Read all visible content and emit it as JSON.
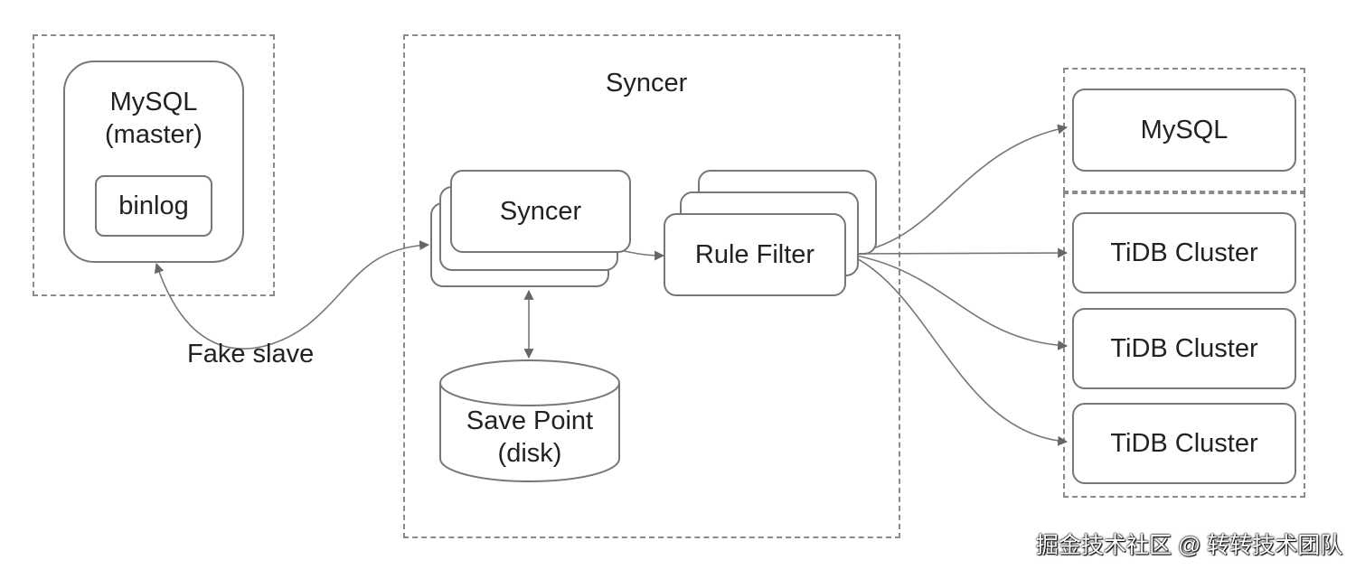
{
  "source": {
    "title_line1": "MySQL",
    "title_line2": "(master)",
    "binlog": "binlog"
  },
  "connection_label": "Fake slave",
  "syncer_group": {
    "title": "Syncer",
    "syncer": "Syncer",
    "rule_filter": "Rule Filter",
    "save_point_line1": "Save Point",
    "save_point_line2": "(disk)"
  },
  "targets": {
    "mysql": "MySQL",
    "tidb_clusters": [
      "TiDB Cluster",
      "TiDB Cluster",
      "TiDB Cluster"
    ]
  },
  "watermark": "掘金技术社区 @ 转转技术团队"
}
